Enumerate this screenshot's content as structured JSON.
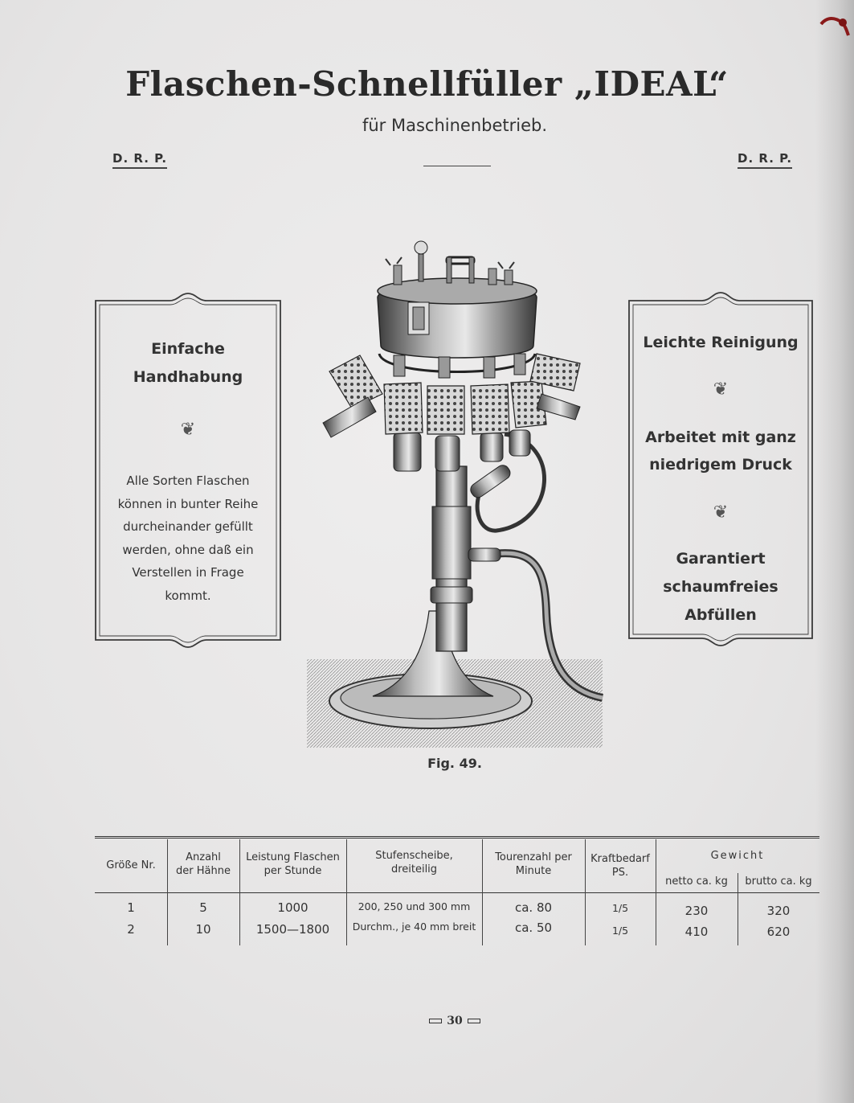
{
  "title": "Flaschen-Schnellfüller „IDEAL“",
  "subtitle": "für Maschinenbetrieb.",
  "patent_left": "D. R. P.",
  "patent_right": "D. R. P.",
  "left_box": {
    "heading_line1": "Einfache",
    "heading_line2": "Handhabung",
    "ornament": "❦",
    "text_lines": [
      "Alle Sorten Flaschen",
      "können in bunter Reihe",
      "durcheinander gefüllt",
      "werden, ohne daß ein",
      "Verstellen in Frage",
      "kommt."
    ]
  },
  "right_box": {
    "item1": "Leichte Reinigung",
    "item2_line1": "Arbeitet mit ganz",
    "item2_line2": "niedrigem Druck",
    "item3_line1": "Garantiert",
    "item3_line2": "schaumfreies Abfüllen",
    "ornament": "❦"
  },
  "figure_caption": "Fig. 49.",
  "table": {
    "headers": {
      "size": "Größe Nr.",
      "taps_line1": "Anzahl",
      "taps_line2": "der Hähne",
      "output_line1": "Leistung Flaschen",
      "output_line2": "per Stunde",
      "pulley_line1": "Stufenscheibe,",
      "pulley_line2": "dreiteilig",
      "rpm_line1": "Tourenzahl per",
      "rpm_line2": "Minute",
      "power_line1": "Kraftbedarf",
      "power_line2": "PS.",
      "weight": "Gewicht",
      "net": "netto ca. kg",
      "gross": "brutto ca. kg"
    },
    "rows": [
      {
        "size": "1",
        "taps": "5",
        "output": "1000",
        "pulley": "200, 250 und 300 mm",
        "rpm": "ca. 80",
        "power": "1/5",
        "net": "230",
        "gross": "320"
      },
      {
        "size": "2",
        "taps": "10",
        "output": "1500—1800",
        "pulley": "Durchm., je 40 mm breit",
        "rpm": "ca. 50",
        "power": "1/5",
        "net": "410",
        "gross": "620"
      }
    ]
  },
  "page_number": "30"
}
